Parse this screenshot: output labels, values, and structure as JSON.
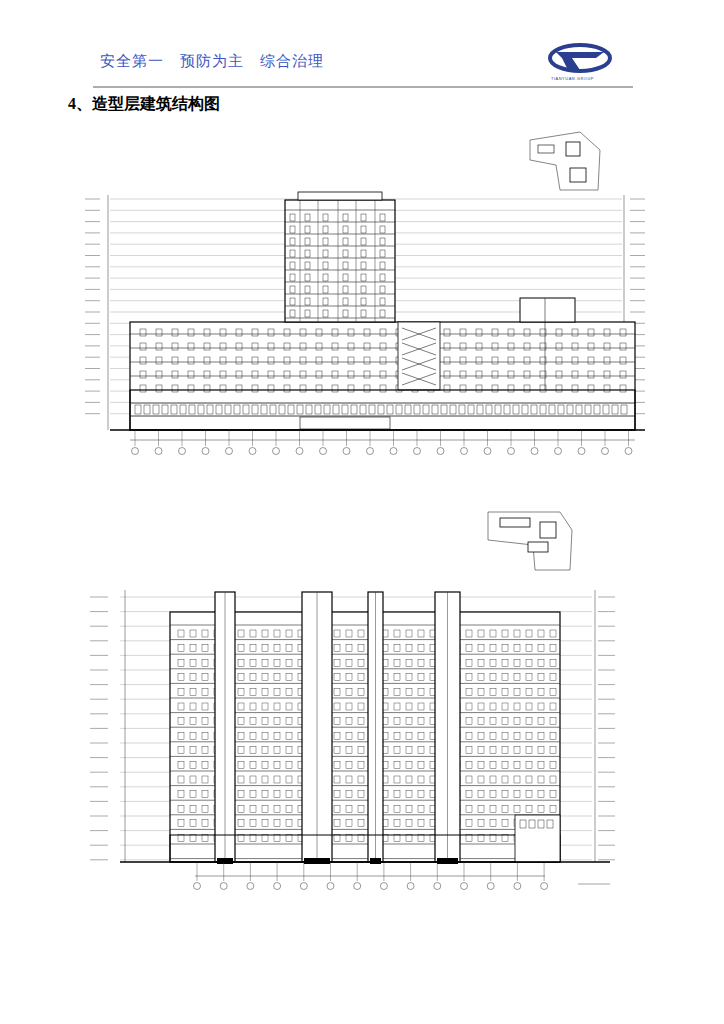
{
  "diagram": {
    "title": "4、造型层建筑结构图",
    "labels": [
      "安全第一　预防为主　综合治理",
      "TIANYUAN GROUP"
    ]
  }
}
